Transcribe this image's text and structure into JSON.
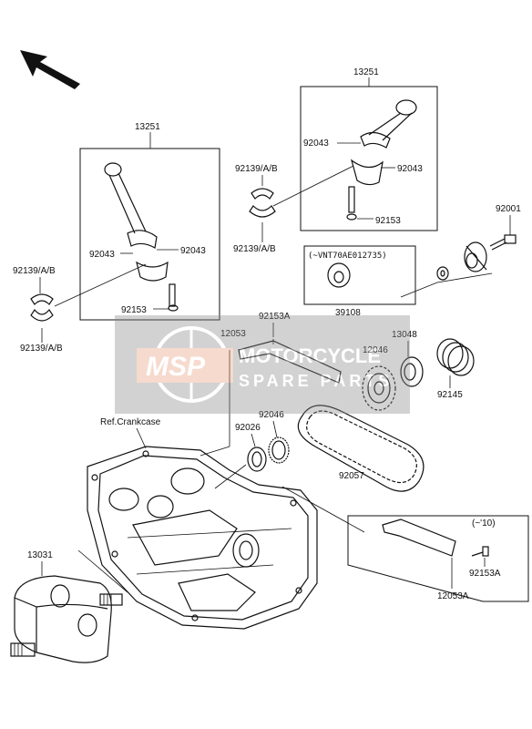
{
  "watermark": {
    "brand": "MSP",
    "line1": "MOTORCYCLE",
    "line2": "SPARE PARTS",
    "color": "#e8a080"
  },
  "labels": {
    "p13251_top": "13251",
    "p13251_left": "13251",
    "p92043_a": "92043",
    "p92043_b": "92043",
    "p92043_c": "92043",
    "p92043_d": "92043",
    "p92139_a": "92139/A/B",
    "p92139_b": "92139/A/B",
    "p92139_c": "92139/A/B",
    "p92139_d": "92139/A/B",
    "p92153_a": "92153",
    "p92153_b": "92153",
    "p92001": "92001",
    "vnt_note": "(~VNT70AE012735)",
    "p39108": "39108",
    "p92153A_a": "92153A",
    "p12053": "12053",
    "p13048": "13048",
    "p12046": "12046",
    "p92145": "92145",
    "ref_crankcase": "Ref.Crankcase",
    "p92026": "92026",
    "p92046": "92046",
    "p92057": "92057",
    "note_10": "(~'10)",
    "p92153A_b": "92153A",
    "p12053A": "12053A",
    "p13031": "13031"
  }
}
